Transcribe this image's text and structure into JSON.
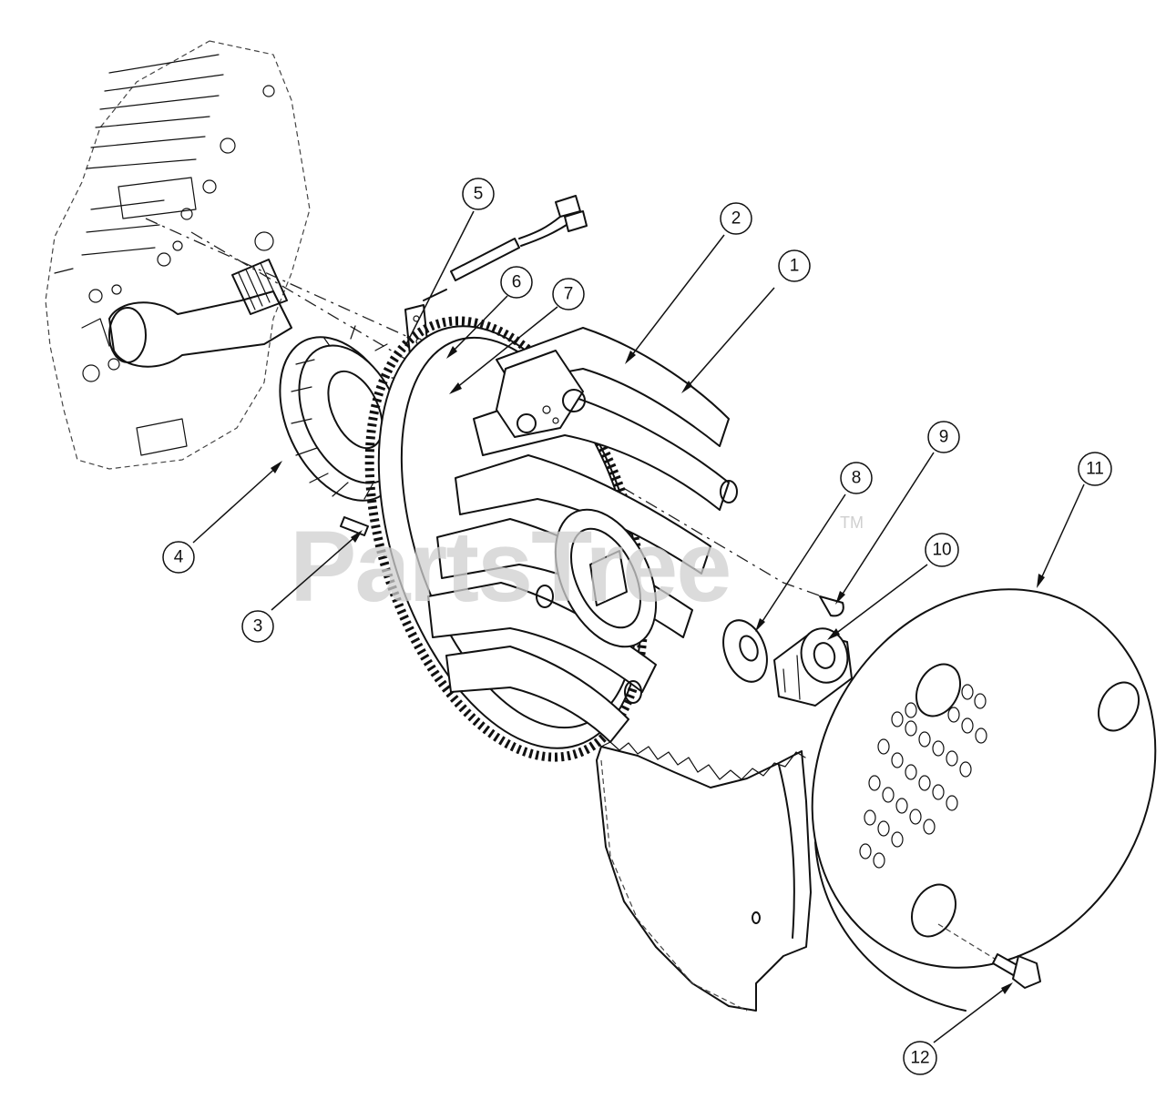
{
  "watermark": {
    "text": "PartsTree",
    "tm": "TM"
  },
  "callouts": [
    {
      "id": "1",
      "label": "1"
    },
    {
      "id": "2",
      "label": "2"
    },
    {
      "id": "3",
      "label": "3"
    },
    {
      "id": "4",
      "label": "4"
    },
    {
      "id": "5",
      "label": "5"
    },
    {
      "id": "6",
      "label": "6"
    },
    {
      "id": "7",
      "label": "7"
    },
    {
      "id": "8",
      "label": "8"
    },
    {
      "id": "9",
      "label": "9"
    },
    {
      "id": "10",
      "label": "10"
    },
    {
      "id": "11",
      "label": "11"
    },
    {
      "id": "12",
      "label": "12"
    }
  ]
}
